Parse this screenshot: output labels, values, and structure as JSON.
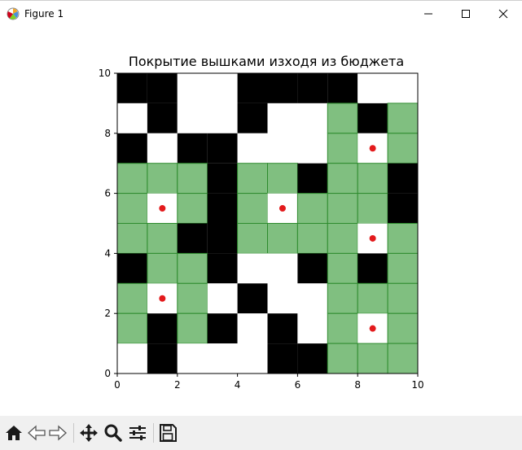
{
  "window": {
    "title": "Figure 1",
    "icon": "matplotlib-logo-icon"
  },
  "chart_data": {
    "type": "heatmap",
    "title": "Покрытие вышками изходя из бюджета",
    "xlim": [
      0,
      10
    ],
    "ylim": [
      0,
      10
    ],
    "x_ticks": [
      "0",
      "2",
      "4",
      "6",
      "8",
      "10"
    ],
    "y_ticks": [
      "0",
      "2",
      "4",
      "6",
      "8",
      "10"
    ],
    "cell_legend": {
      "0": "white",
      "1": "black",
      "2": "green (coverage)"
    },
    "colors": {
      "0": "#ffffff",
      "1": "#000000",
      "2": "#80bf80",
      "tower": "#e31a1c",
      "cell_edge": "#2e8b2e"
    },
    "grid_rows_top_to_bottom": [
      [
        1,
        1,
        0,
        0,
        1,
        1,
        1,
        1,
        0,
        0
      ],
      [
        0,
        1,
        0,
        0,
        1,
        0,
        0,
        2,
        1,
        2
      ],
      [
        1,
        0,
        1,
        1,
        0,
        0,
        0,
        2,
        0,
        2
      ],
      [
        2,
        2,
        2,
        1,
        2,
        2,
        1,
        2,
        2,
        1
      ],
      [
        2,
        0,
        2,
        1,
        2,
        0,
        2,
        2,
        2,
        1
      ],
      [
        2,
        2,
        1,
        1,
        2,
        2,
        2,
        2,
        0,
        2
      ],
      [
        1,
        2,
        2,
        1,
        0,
        0,
        1,
        2,
        1,
        2
      ],
      [
        2,
        0,
        2,
        0,
        1,
        0,
        0,
        2,
        2,
        2
      ],
      [
        2,
        1,
        2,
        1,
        0,
        1,
        0,
        2,
        0,
        2
      ],
      [
        0,
        1,
        0,
        0,
        0,
        1,
        1,
        2,
        2,
        2
      ]
    ],
    "towers": [
      {
        "x": 8.5,
        "y": 7.5
      },
      {
        "x": 1.5,
        "y": 5.5
      },
      {
        "x": 5.5,
        "y": 5.5
      },
      {
        "x": 8.5,
        "y": 4.5
      },
      {
        "x": 1.5,
        "y": 2.5
      },
      {
        "x": 8.5,
        "y": 1.5
      }
    ]
  },
  "toolbar": {
    "buttons": [
      {
        "name": "home-icon"
      },
      {
        "name": "back-arrow-icon"
      },
      {
        "name": "forward-arrow-icon"
      },
      {
        "name": "pan-move-icon"
      },
      {
        "name": "zoom-magnifier-icon"
      },
      {
        "name": "configure-subplots-icon"
      },
      {
        "name": "save-floppy-icon"
      }
    ]
  }
}
